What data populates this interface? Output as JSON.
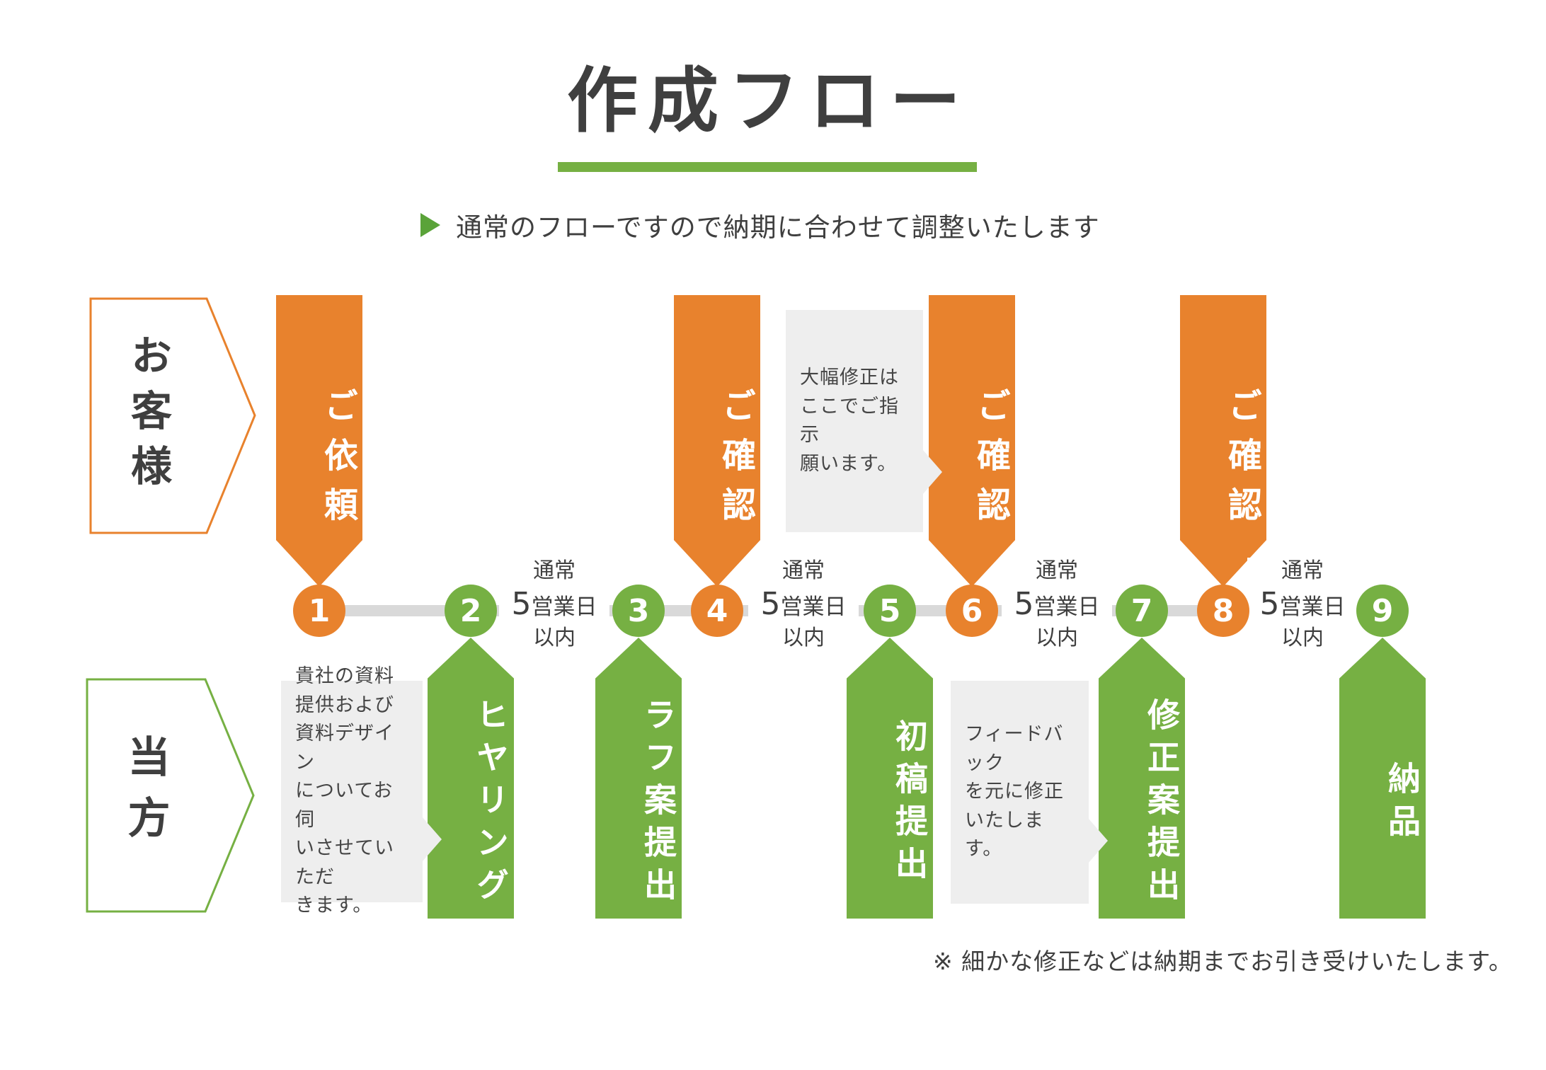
{
  "title": {
    "text": "作成フロー"
  },
  "subtitle": {
    "text": "通常のフローですので納期に合わせて調整いたします"
  },
  "lanes": {
    "customer": "お客様",
    "provider": "当方"
  },
  "steps": [
    {
      "num": "1",
      "label": "ご依頼",
      "actor": "customer",
      "color": "orange",
      "direction": "down"
    },
    {
      "num": "2",
      "label": "ヒヤリング",
      "actor": "provider",
      "color": "green",
      "direction": "up"
    },
    {
      "num": "3",
      "label": "ラフ案提出",
      "actor": "provider",
      "color": "green",
      "direction": "up"
    },
    {
      "num": "4",
      "label": "ご確認",
      "actor": "customer",
      "color": "orange",
      "direction": "down"
    },
    {
      "num": "5",
      "label": "初稿提出",
      "actor": "provider",
      "color": "green",
      "direction": "up"
    },
    {
      "num": "6",
      "label": "ご確認",
      "actor": "customer",
      "color": "orange",
      "direction": "down"
    },
    {
      "num": "7",
      "label": "修正案提出",
      "actor": "provider",
      "color": "green",
      "direction": "up"
    },
    {
      "num": "8",
      "label": "ご確認",
      "actor": "customer",
      "color": "orange",
      "direction": "down"
    },
    {
      "num": "9",
      "label": "納品",
      "actor": "provider",
      "color": "green",
      "direction": "up"
    }
  ],
  "interval": {
    "line1": "通常",
    "big": "5",
    "unit": "営業日",
    "line3": "以内"
  },
  "notes": [
    {
      "text": "貴社の資料\n提供および\n資料デザイン\nについてお伺\nいさせていただ\nきます。"
    },
    {
      "text": "大幅修正は\nここでご指示\n願います。"
    },
    {
      "text": "フィードバック\nを元に修正\nいたします。"
    }
  ],
  "footnote": "※ 細かな修正などは納期までお引き受けいたします。",
  "colors": {
    "orange": "#e8822d",
    "green": "#76b043",
    "title_underline_green": "#76b043",
    "subtitle_marker_green": "#5aa339",
    "note_box_gray": "#eeeeee",
    "timeline_gray": "#d9d9d9",
    "text_dark": "#3f3f3f",
    "note_text_gray": "#454545",
    "arrow_text_white": "#ffffff"
  }
}
